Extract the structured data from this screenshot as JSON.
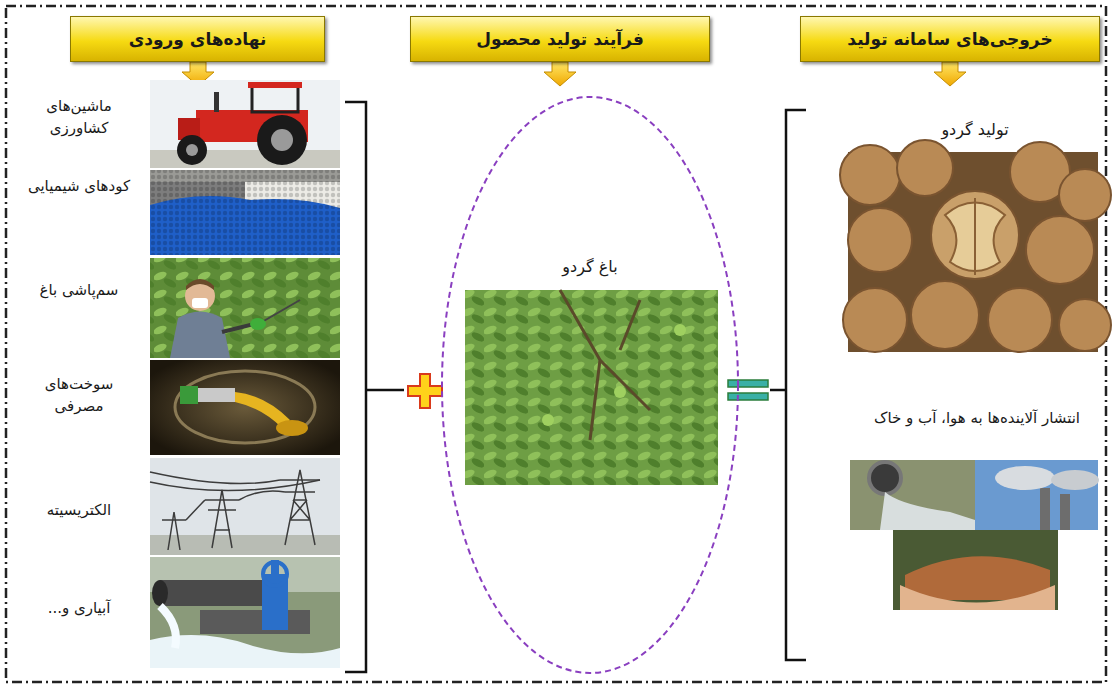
{
  "diagram": {
    "nodes": [
      {
        "text": [
          "نهاده‌های ورودی"
        ]
      },
      {
        "text": [
          "فرآیند تولید محصول"
        ]
      },
      {
        "text": [
          "خروجی‌های سامانه تولید"
        ]
      },
      {
        "text": [
          "باغ گردو"
        ]
      }
    ],
    "labels": [
      "ماشین‌های کشاورزی",
      "کودهای شیمیایی",
      "سم‌پاشی باغ",
      "سوخت‌های مصرفی",
      "الکتریسیته",
      "آبیاری و...",
      "تولید گردو",
      "انتشار آلاینده‌ها به هوا، آب و خاک"
    ]
  }
}
